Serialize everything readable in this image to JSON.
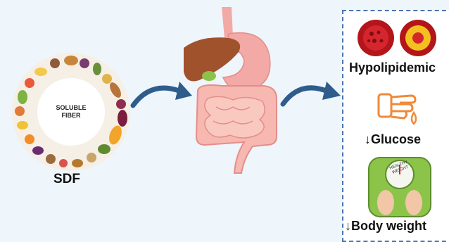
{
  "sdf_ring": {
    "center_line1": "SOLUBLE",
    "center_line2": "FIBER",
    "label": "SDF"
  },
  "effects": [
    {
      "label": "Hypolipidemic",
      "icon": "artery-cross-section-icon"
    },
    {
      "label": "↓Glucose",
      "icon": "glucose-finger-prick-icon"
    },
    {
      "label": "↓Body weight",
      "icon": "weight-scale-icon"
    }
  ],
  "scale_text": {
    "line1": "HEALTHY",
    "line2": "WEIGHT"
  },
  "colors": {
    "background": "#eef5fb",
    "arrow": "#2e5d8c",
    "box_border": "#4a73b5",
    "liver": "#a0522d",
    "stomach": "#f3a9a5",
    "intestine": "#f6b8b0",
    "glucose_icon": "#f08a3a",
    "scale": "#8cc44a"
  }
}
